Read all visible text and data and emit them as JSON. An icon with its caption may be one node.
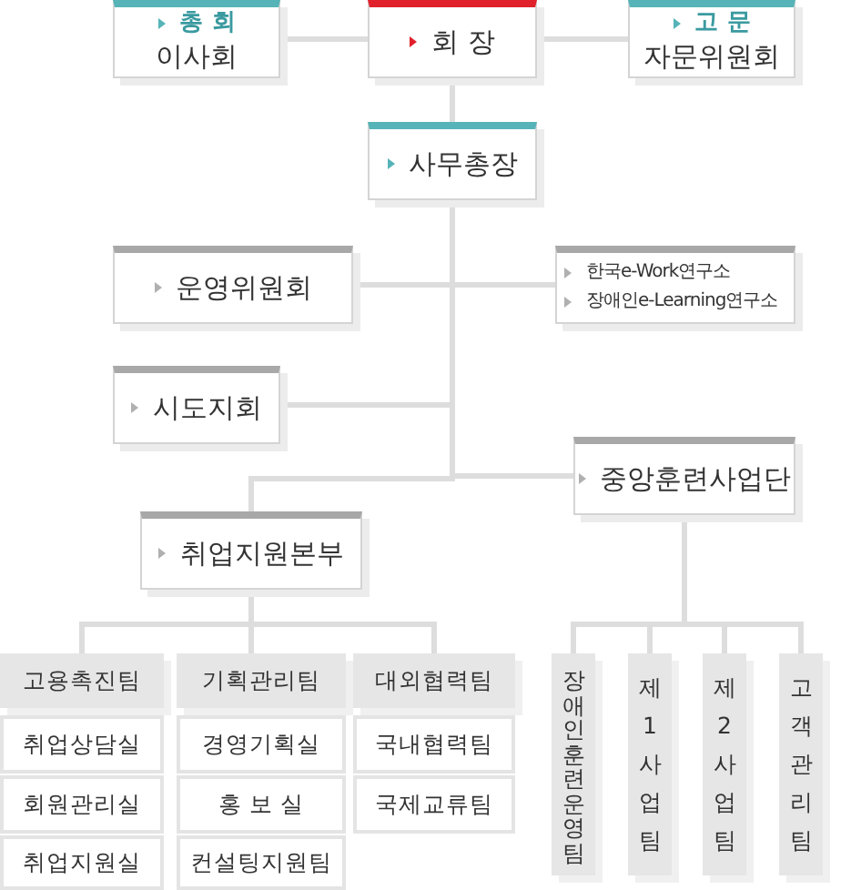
{
  "diagram": {
    "nodes": [
      {
        "text": [
          "총 회",
          "이사회"
        ]
      },
      {
        "text": [
          "회 장"
        ]
      },
      {
        "text": [
          "고 문",
          "자문위원회"
        ]
      },
      {
        "text": [
          "사무총장"
        ]
      },
      {
        "text": [
          "운영위원회"
        ]
      },
      {
        "text": [
          "한국e-Work연구소",
          "장애인e-Learning연구소"
        ]
      },
      {
        "text": [
          "시도지회"
        ]
      },
      {
        "text": [
          "중앙훈련사업단"
        ]
      },
      {
        "text": [
          "취업지원본부"
        ]
      },
      {
        "text": [
          "고용촉진팀"
        ]
      },
      {
        "text": [
          "취업상담실"
        ]
      },
      {
        "text": [
          "회원관리실"
        ]
      },
      {
        "text": [
          "취업지원실"
        ]
      },
      {
        "text": [
          "기획관리팀"
        ]
      },
      {
        "text": [
          "경영기획실"
        ]
      },
      {
        "text": [
          "홍 보 실"
        ]
      },
      {
        "text": [
          "컨설팅지원팀"
        ]
      },
      {
        "text": [
          "대외협력팀"
        ]
      },
      {
        "text": [
          "국내협력팀"
        ]
      },
      {
        "text": [
          "국제교류팀"
        ]
      },
      {
        "text": [
          "장애인훈련운영팀"
        ]
      },
      {
        "text": [
          "제1사업팀"
        ]
      },
      {
        "text": [
          "제2사업팀"
        ]
      },
      {
        "text": [
          "고객관리팀"
        ]
      }
    ],
    "edges": [
      {
        "from": 0,
        "to": 1,
        "arrow": "none"
      },
      {
        "from": 1,
        "to": 2,
        "arrow": "none"
      },
      {
        "from": 1,
        "to": 3,
        "arrow": "none"
      },
      {
        "from": 3,
        "to": 4,
        "arrow": "none"
      },
      {
        "from": 3,
        "to": 5,
        "arrow": "none"
      },
      {
        "from": 3,
        "to": 6,
        "arrow": "none"
      },
      {
        "from": 3,
        "to": 8,
        "arrow": "none"
      },
      {
        "from": 3,
        "to": 7,
        "arrow": "none"
      },
      {
        "from": 8,
        "to": 9,
        "arrow": "none"
      },
      {
        "from": 8,
        "to": 13,
        "arrow": "none"
      },
      {
        "from": 8,
        "to": 17,
        "arrow": "none"
      },
      {
        "from": 7,
        "to": 20,
        "arrow": "none"
      },
      {
        "from": 7,
        "to": 21,
        "arrow": "none"
      },
      {
        "from": 7,
        "to": 22,
        "arrow": "none"
      },
      {
        "from": 7,
        "to": 23,
        "arrow": "none"
      }
    ]
  }
}
